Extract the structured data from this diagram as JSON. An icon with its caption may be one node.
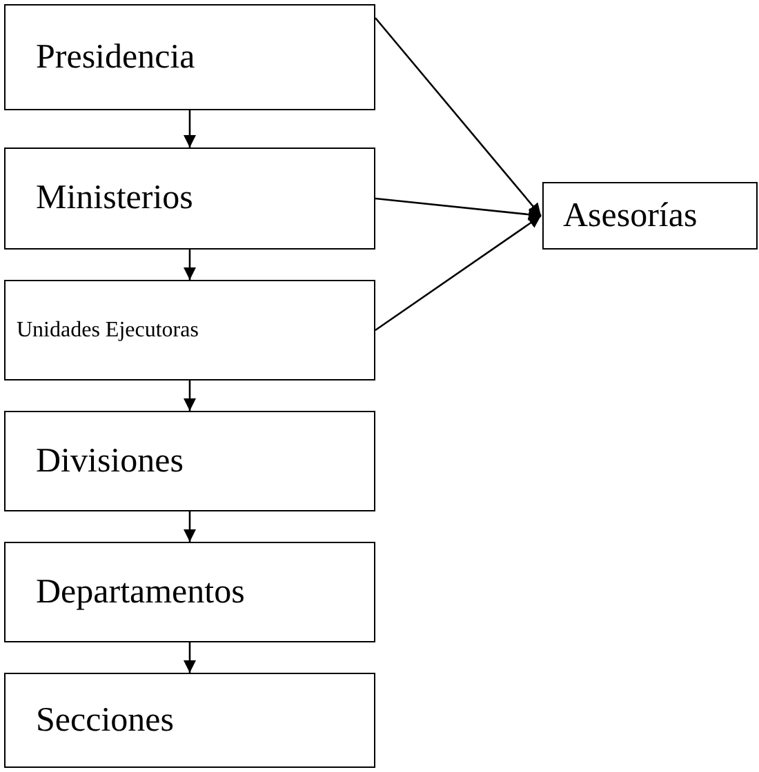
{
  "diagram": {
    "nodes": [
      {
        "text": [
          "Presidencia"
        ]
      },
      {
        "text": [
          "Ministerios"
        ]
      },
      {
        "text": [
          "Unidades Ejecutoras"
        ]
      },
      {
        "text": [
          "Divisiones"
        ]
      },
      {
        "text": [
          "Departamentos"
        ]
      },
      {
        "text": [
          "Secciones"
        ]
      },
      {
        "text": [
          "Asesorías"
        ]
      }
    ],
    "edges": [
      {
        "from": 0,
        "to": 1,
        "arrow": "to"
      },
      {
        "from": 1,
        "to": 2,
        "arrow": "to"
      },
      {
        "from": 2,
        "to": 3,
        "arrow": "to"
      },
      {
        "from": 3,
        "to": 4,
        "arrow": "to"
      },
      {
        "from": 4,
        "to": 5,
        "arrow": "to"
      },
      {
        "from": 0,
        "to": 6,
        "arrow": "to"
      },
      {
        "from": 1,
        "to": 6,
        "arrow": "to"
      },
      {
        "from": 2,
        "to": 6,
        "arrow": "to"
      }
    ]
  }
}
